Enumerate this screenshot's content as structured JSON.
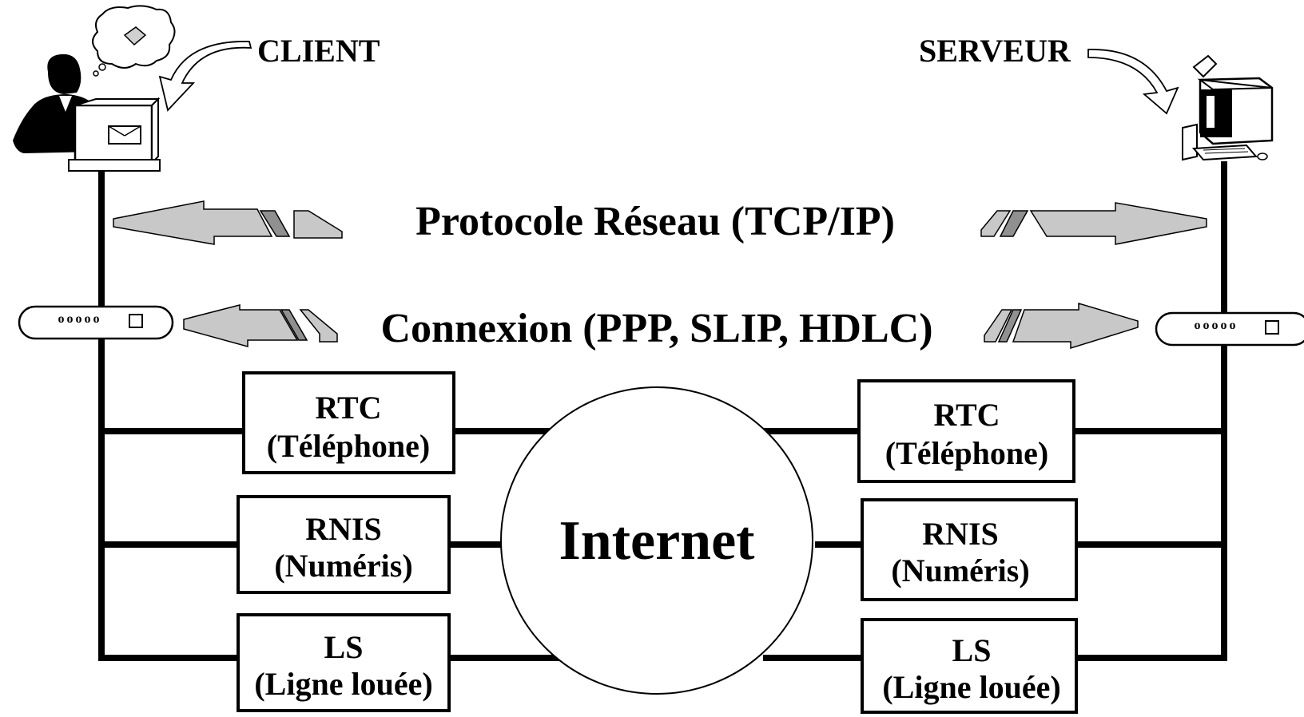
{
  "client_label": "CLIENT",
  "server_label": "SERVEUR",
  "protocol_label": "Protocole Réseau (TCP/IP)",
  "connection_label": "Connexion (PPP, SLIP, HDLC)",
  "internet_label": "Internet",
  "client_links": [
    {
      "name": "RTC",
      "detail": "(Téléphone)"
    },
    {
      "name": "RNIS",
      "detail": "(Numéris)"
    },
    {
      "name": "LS",
      "detail": "(Ligne louée)"
    }
  ],
  "server_links": [
    {
      "name": "RTC",
      "detail": "(Téléphone)"
    },
    {
      "name": "RNIS",
      "detail": "(Numéris)"
    },
    {
      "name": "LS",
      "detail": "(Ligne louée)"
    }
  ],
  "client_modem_leds": "ooooo",
  "server_modem_leds": "ooooo"
}
